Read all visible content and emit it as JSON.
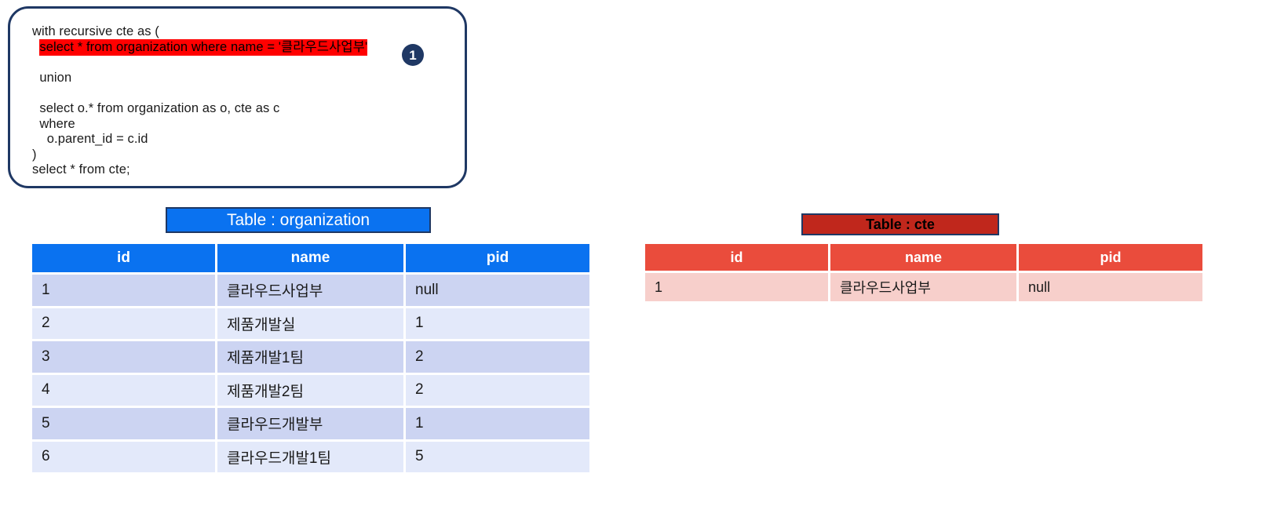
{
  "code_box": {
    "marker": "1",
    "lines": [
      {
        "text": "with recursive cte as (",
        "highlighted": false
      },
      {
        "text": "select * from organization where name = '클라우드사업부'",
        "highlighted": true,
        "indent": 1
      },
      {
        "text": "",
        "highlighted": false
      },
      {
        "text": "union",
        "highlighted": false,
        "indent": 1
      },
      {
        "text": "",
        "highlighted": false
      },
      {
        "text": "select o.* from organization as o, cte as c",
        "highlighted": false,
        "indent": 1
      },
      {
        "text": "where",
        "highlighted": false,
        "indent": 1
      },
      {
        "text": "o.parent_id = c.id",
        "highlighted": false,
        "indent": 2
      },
      {
        "text": ")",
        "highlighted": false
      },
      {
        "text": "select * from cte;",
        "highlighted": false
      }
    ]
  },
  "organization_table": {
    "title": "Table : organization",
    "columns": [
      "id",
      "name",
      "pid"
    ],
    "rows": [
      [
        "1",
        "클라우드사업부",
        "null"
      ],
      [
        "2",
        "제품개발실",
        "1"
      ],
      [
        "3",
        "제품개발1팀",
        "2"
      ],
      [
        "4",
        "제품개발2팀",
        "2"
      ],
      [
        "5",
        "클라우드개발부",
        "1"
      ],
      [
        "6",
        "클라우드개발1팀",
        "5"
      ]
    ]
  },
  "cte_table": {
    "title": "Table : cte",
    "columns": [
      "id",
      "name",
      "pid"
    ],
    "rows": [
      [
        "1",
        "클라우드사업부",
        "null"
      ]
    ]
  },
  "colors": {
    "box_border": "#1F3864",
    "highlight": "#FF0000",
    "org_accent": "#0A72F0",
    "org_row_odd": "#CCD4F2",
    "org_row_even": "#E3E9FA",
    "cte_title_bg": "#C0271C",
    "cte_header_bg": "#EA4C3C",
    "cte_row_bg": "#F7CFCB",
    "marker_bg": "#1F3864"
  }
}
